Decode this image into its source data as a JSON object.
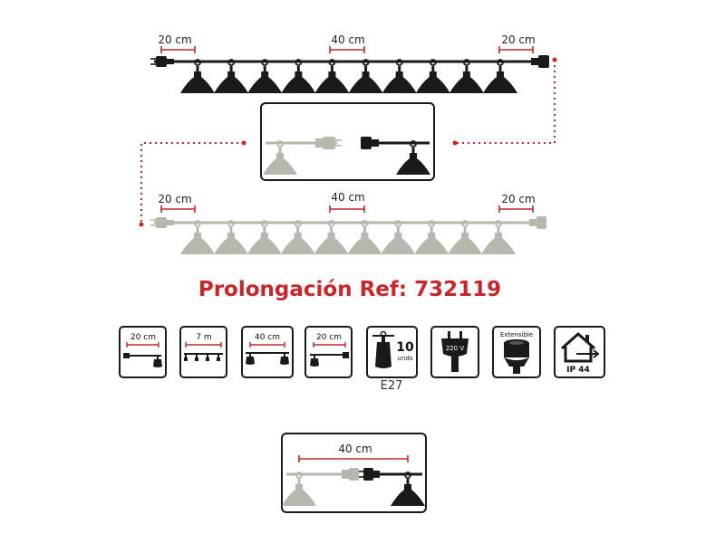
{
  "top_strip": {
    "dim_left": "20 cm",
    "dim_mid": "40 cm",
    "dim_right": "20 cm",
    "bulb_count": 10
  },
  "bottom_strip": {
    "dim_left": "20 cm",
    "dim_mid": "40 cm",
    "dim_right": "20 cm",
    "bulb_count": 10
  },
  "title": "Prolongación Ref: 732119",
  "icons": {
    "ic1_label": "20 cm",
    "ic2_label": "7 m",
    "ic3_label": "40 cm",
    "ic4_label": "20 cm",
    "ic5_count": "10",
    "ic5_unit": "unds",
    "ic5_caption": "E27",
    "ic6_voltage": "220 V",
    "ic7_label": "Extensible",
    "ic8_label": "IP 44"
  },
  "detail_bottom": {
    "dim": "40 cm"
  },
  "colors": {
    "accent": "#c8262b",
    "dark": "#1a1a1a",
    "grey": "#b7b7ae"
  }
}
